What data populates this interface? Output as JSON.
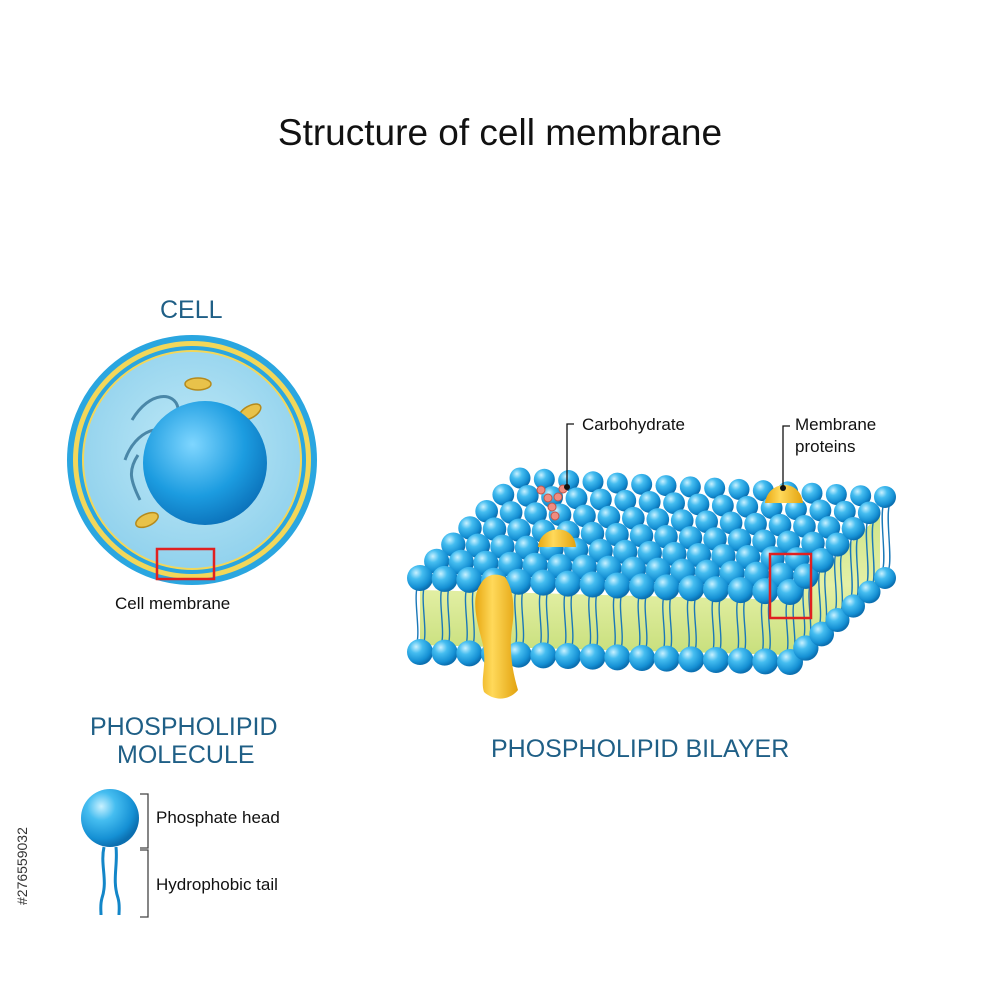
{
  "title": "Structure of cell membrane",
  "sections": {
    "cell": "CELL",
    "molecule_line1": "PHOSPHOLIPID",
    "molecule_line2": "MOLECULE",
    "bilayer": "PHOSPHOLIPID BILAYER"
  },
  "labels": {
    "cell_membrane": "Cell membrane",
    "carbohydrate": "Carbohydrate",
    "membrane_proteins_line1": "Membrane",
    "membrane_proteins_line2": "proteins",
    "phosphate_head": "Phosphate head",
    "hydrophobic_tail": "Hydrophobic tail"
  },
  "stock_id": "#276559032",
  "colors": {
    "head_blue": "#2aa6e0",
    "head_dark": "#0f74b8",
    "tail_zone": "#d6e98a",
    "protein_yellow": "#f1c232",
    "highlight_red": "#e02020",
    "section_text": "#1f5f86"
  }
}
